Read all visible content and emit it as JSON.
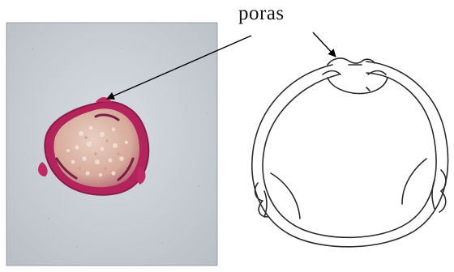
{
  "label": "poras",
  "colors": {
    "photo_background": "#c8ccd2",
    "grain_rim": "#b3245c",
    "grain_interior": "#d9b7a7",
    "line_drawing": "#2b2b2b",
    "arrow": "#000000"
  },
  "icons": {
    "photo": "micrograph-photo",
    "drawing": "pollen-grain-drawing",
    "arrow": "arrow-pointer"
  }
}
